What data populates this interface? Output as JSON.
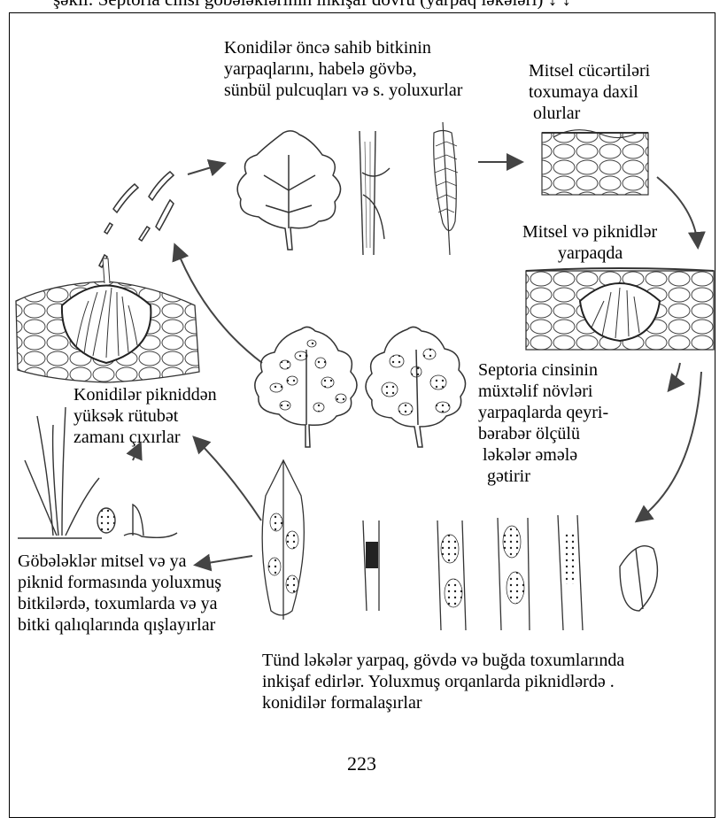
{
  "header_fragment": "şəkil: Septoria cinsi göbələklərinin inkişaf dövrü (yarpaq ləkələri) ↓ ↓",
  "labels": {
    "conidia_infect": [
      "Konidilər öncə sahib bitkinin",
      "yarpaqlarını, habelə gövbə,",
      "sünbül pulcuqları və s. yoluxurlar"
    ],
    "mycelium_penetrate": [
      "Mitsel cücərtiləri",
      "toxumaya daxil",
      " olurlar"
    ],
    "mycelium_pycnidia_leaf": [
      "Mitsel və piknidlər",
      "yarpaqda"
    ],
    "septoria_species": [
      "Septoria cinsinin",
      "müxtəlif növləri",
      "yarpaqlarda qeyri-",
      "bərabər ölçülü",
      " ləkələr əmələ",
      "  gətirir"
    ],
    "conidia_exit": [
      "Konidilər pikniddən",
      "yüksək rütubət",
      "zamanı çıxırlar"
    ],
    "overwinter": [
      "Göbələklər mitsel və ya",
      "piknid formasında yoluxmuş",
      "bitkilərdə, toxumlarda və ya",
      "bitki qalıqlarında qışlayırlar"
    ],
    "dark_spots": [
      "Tünd ləkələr yarpaq, gövdə və buğda toxumlarında",
      "inkişaf edirlər. Yoluxmuş orqanlarda piknidlərdə .",
      "konidilər formalaşırlar"
    ]
  },
  "page_number": "223"
}
